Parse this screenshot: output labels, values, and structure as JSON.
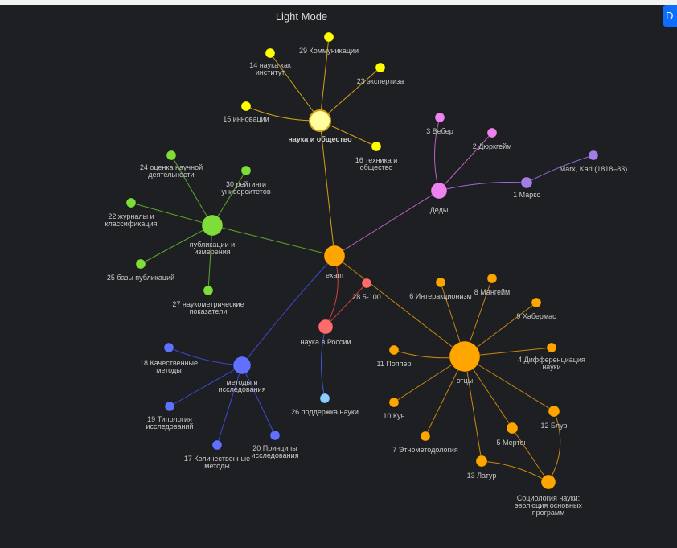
{
  "header": {
    "mode_toggle_label": "Light Mode",
    "side_button_label": "D"
  },
  "graph": {
    "nodes": [
      {
        "id": "society",
        "label": [
          "наука и общество"
        ],
        "color": "#ffffa0",
        "hub": true
      },
      {
        "id": "n29",
        "label": [
          "29 Коммуникации"
        ],
        "color": "#ffff00"
      },
      {
        "id": "n14",
        "label": [
          "14 наука как",
          "институт"
        ],
        "color": "#ffff00"
      },
      {
        "id": "n23",
        "label": [
          "23 экспертиза"
        ],
        "color": "#ffff00"
      },
      {
        "id": "n15",
        "label": [
          "15 инновации"
        ],
        "color": "#ffff00"
      },
      {
        "id": "n16",
        "label": [
          "16 техника и",
          "общество"
        ],
        "color": "#ffff00"
      },
      {
        "id": "n3",
        "label": [
          "3 Вебер"
        ],
        "color": "#ee82ee"
      },
      {
        "id": "n2",
        "label": [
          "2 Дюркгейм"
        ],
        "color": "#ee82ee"
      },
      {
        "id": "marx_karl",
        "label": [
          "Marx, Karl (1818–83)"
        ],
        "color": "#a07ee6"
      },
      {
        "id": "n1",
        "label": [
          "1 Маркс"
        ],
        "color": "#a07ee6"
      },
      {
        "id": "dedy",
        "label": [
          "Деды"
        ],
        "color": "#ee82ee"
      },
      {
        "id": "n24",
        "label": [
          "24 оценка научной",
          "деятельности"
        ],
        "color": "#7fdd3a"
      },
      {
        "id": "n30",
        "label": [
          "30 рейтинги",
          "университетов"
        ],
        "color": "#7fdd3a"
      },
      {
        "id": "n22",
        "label": [
          "22 журналы и",
          "классификация"
        ],
        "color": "#7fdd3a"
      },
      {
        "id": "pub",
        "label": [
          "публикации и",
          "измерения"
        ],
        "color": "#7fdd3a"
      },
      {
        "id": "n25",
        "label": [
          "25 базы публикаций"
        ],
        "color": "#7fdd3a"
      },
      {
        "id": "n27",
        "label": [
          "27 наукометрические",
          "показатели"
        ],
        "color": "#7fdd3a"
      },
      {
        "id": "exam",
        "label": [
          "exam"
        ],
        "color": "#ffa500"
      },
      {
        "id": "n28",
        "label": [
          "28 5-100"
        ],
        "color": "#ff6b6b"
      },
      {
        "id": "russia",
        "label": [
          "наука в России"
        ],
        "color": "#ff6b6b"
      },
      {
        "id": "n26",
        "label": [
          "26 поддержка науки"
        ],
        "color": "#8ecbff"
      },
      {
        "id": "n6",
        "label": [
          "6 Интеракционизм"
        ],
        "color": "#ffa500"
      },
      {
        "id": "n8",
        "label": [
          "8 Мангейм"
        ],
        "color": "#ffa500"
      },
      {
        "id": "n9",
        "label": [
          "9 Хабермас"
        ],
        "color": "#ffa500"
      },
      {
        "id": "n11",
        "label": [
          "11 Поппер"
        ],
        "color": "#ffa500"
      },
      {
        "id": "otcy",
        "label": [
          "отцы"
        ],
        "color": "#ffa500"
      },
      {
        "id": "n4",
        "label": [
          "4 Дифференциация",
          "науки"
        ],
        "color": "#ffa500"
      },
      {
        "id": "n10",
        "label": [
          "10 Кун"
        ],
        "color": "#ffa500"
      },
      {
        "id": "n12",
        "label": [
          "12 Блур"
        ],
        "color": "#ffa500"
      },
      {
        "id": "n5",
        "label": [
          "5 Мертон"
        ],
        "color": "#ffa500"
      },
      {
        "id": "n7",
        "label": [
          "7 Этнометодология"
        ],
        "color": "#ffa500"
      },
      {
        "id": "n13",
        "label": [
          "13 Латур"
        ],
        "color": "#ffa500"
      },
      {
        "id": "sociology",
        "label": [
          "Социология науки:",
          "эволюция основных",
          "программ"
        ],
        "color": "#ffa500"
      },
      {
        "id": "n18",
        "label": [
          "18 Качественные",
          "методы"
        ],
        "color": "#6070ff"
      },
      {
        "id": "methods",
        "label": [
          "методы и",
          "исследования"
        ],
        "color": "#6070ff"
      },
      {
        "id": "n19",
        "label": [
          "19 Типология",
          "исследований"
        ],
        "color": "#6070ff"
      },
      {
        "id": "n17",
        "label": [
          "17 Количественные",
          "методы"
        ],
        "color": "#6070ff"
      },
      {
        "id": "n20",
        "label": [
          "20 Принципы",
          "исследования"
        ],
        "color": "#6070ff"
      }
    ],
    "edges": [
      {
        "a": "society",
        "b": "n29",
        "color": "#d4a017"
      },
      {
        "a": "society",
        "b": "n14",
        "color": "#d4a017"
      },
      {
        "a": "society",
        "b": "n23",
        "color": "#d4a017"
      },
      {
        "a": "society",
        "b": "n15",
        "color": "#d4a017"
      },
      {
        "a": "society",
        "b": "n16",
        "color": "#d4a017"
      },
      {
        "a": "society",
        "b": "exam",
        "color": "#d4a017"
      },
      {
        "a": "dedy",
        "b": "n3",
        "color": "#c060c0"
      },
      {
        "a": "dedy",
        "b": "n2",
        "color": "#c060c0"
      },
      {
        "a": "dedy",
        "b": "n1",
        "color": "#9a6ad6"
      },
      {
        "a": "n1",
        "b": "marx_karl",
        "color": "#8a64c8"
      },
      {
        "a": "dedy",
        "b": "exam",
        "color": "#c060c0"
      },
      {
        "a": "pub",
        "b": "n24",
        "color": "#5fa82a"
      },
      {
        "a": "pub",
        "b": "n30",
        "color": "#5fa82a"
      },
      {
        "a": "pub",
        "b": "n22",
        "color": "#5fa82a"
      },
      {
        "a": "pub",
        "b": "n25",
        "color": "#5fa82a"
      },
      {
        "a": "pub",
        "b": "n27",
        "color": "#5fa82a"
      },
      {
        "a": "pub",
        "b": "exam",
        "color": "#5fa82a"
      },
      {
        "a": "exam",
        "b": "russia",
        "color": "#d04040"
      },
      {
        "a": "russia",
        "b": "n28",
        "color": "#d04040"
      },
      {
        "a": "russia",
        "b": "n26",
        "color": "#3a5adc"
      },
      {
        "a": "exam",
        "b": "methods",
        "color": "#3a4ad0"
      },
      {
        "a": "exam",
        "b": "otcy",
        "color": "#c8870f"
      },
      {
        "a": "otcy",
        "b": "n6",
        "color": "#c8870f"
      },
      {
        "a": "otcy",
        "b": "n8",
        "color": "#c8870f"
      },
      {
        "a": "otcy",
        "b": "n9",
        "color": "#c8870f"
      },
      {
        "a": "otcy",
        "b": "n11",
        "color": "#c8870f"
      },
      {
        "a": "otcy",
        "b": "n4",
        "color": "#c8870f"
      },
      {
        "a": "otcy",
        "b": "n10",
        "color": "#c8870f"
      },
      {
        "a": "otcy",
        "b": "n12",
        "color": "#c8870f"
      },
      {
        "a": "otcy",
        "b": "n5",
        "color": "#c8870f"
      },
      {
        "a": "otcy",
        "b": "n7",
        "color": "#c8870f"
      },
      {
        "a": "otcy",
        "b": "n13",
        "color": "#c8870f"
      },
      {
        "a": "n12",
        "b": "sociology",
        "color": "#c8870f"
      },
      {
        "a": "n5",
        "b": "sociology",
        "color": "#c8870f"
      },
      {
        "a": "n13",
        "b": "sociology",
        "color": "#c8870f"
      },
      {
        "a": "methods",
        "b": "n18",
        "color": "#3a4ad0"
      },
      {
        "a": "methods",
        "b": "n19",
        "color": "#3a4ad0"
      },
      {
        "a": "methods",
        "b": "n17",
        "color": "#3a4ad0"
      },
      {
        "a": "methods",
        "b": "n20",
        "color": "#3a4ad0"
      }
    ]
  }
}
